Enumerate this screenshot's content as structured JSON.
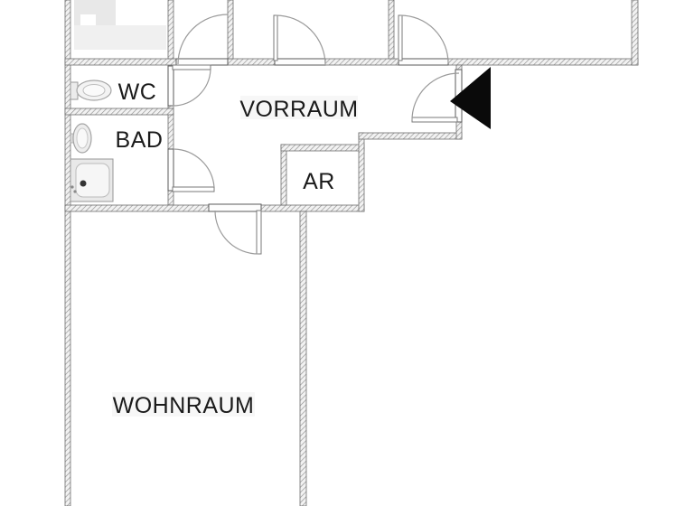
{
  "floor_plan": {
    "title": "apartment-floor-plan",
    "rooms": [
      {
        "id": "wc",
        "label": "WC"
      },
      {
        "id": "bad",
        "label": "BAD"
      },
      {
        "id": "vorraum",
        "label": "VORRAUM"
      },
      {
        "id": "ar",
        "label": "AR"
      },
      {
        "id": "wohnraum",
        "label": "WOHNRAUM"
      }
    ],
    "fixtures": [
      {
        "icon": "toilet-icon",
        "room": "wc"
      },
      {
        "icon": "washbasin-icon",
        "room": "bad"
      },
      {
        "icon": "bathtub-icon",
        "room": "bad"
      },
      {
        "icon": "kitchen-counter-icon",
        "room": "top-left-room"
      }
    ],
    "entrance_marker": "entrance-arrow",
    "door_count": 7,
    "colors": {
      "background": "#ffffff",
      "wall_hatch": "#909090",
      "wall_outline": "#6e6e6e",
      "door_arc": "#9b9b9b",
      "label_text": "#1b1b1b",
      "entrance_arrow": "#0a0a0a",
      "fixture_fill": "#e9e9e9"
    }
  }
}
